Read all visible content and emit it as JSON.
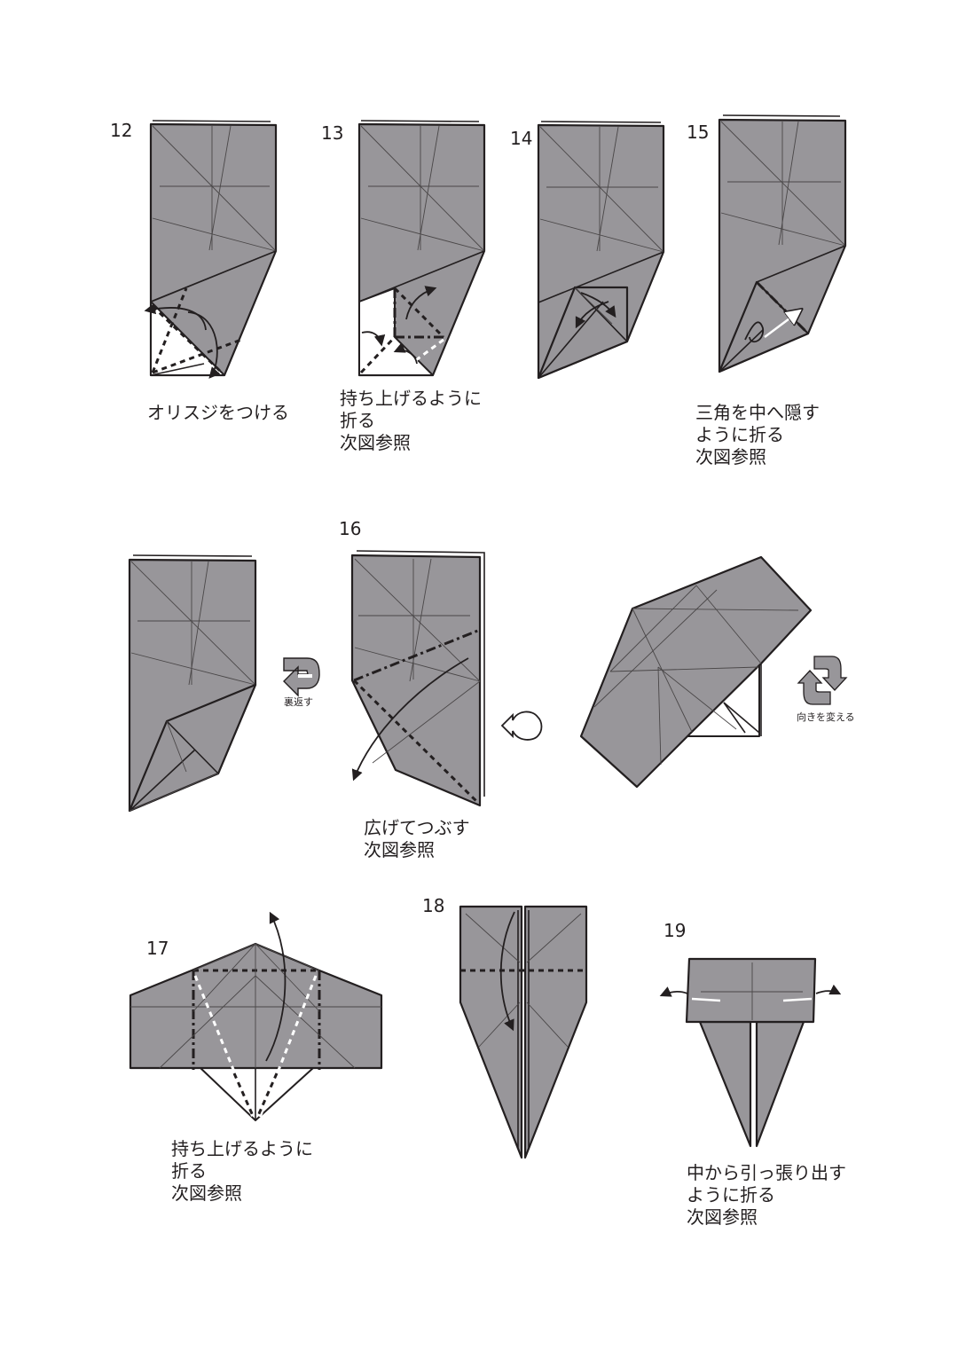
{
  "steps": [
    {
      "number": "12",
      "caption": [
        "オリスジをつける"
      ]
    },
    {
      "number": "13",
      "caption": [
        "持ち上げるように",
        "折る",
        "次図参照"
      ]
    },
    {
      "number": "14",
      "caption": []
    },
    {
      "number": "15",
      "caption": [
        "三角を中へ隠す",
        "ように折る",
        "次図参照"
      ]
    },
    {
      "number": "16",
      "caption": [
        "広げてつぶす",
        "次図参照"
      ]
    },
    {
      "number": "17",
      "caption": [
        "持ち上げるように",
        "折る",
        "次図参照"
      ]
    },
    {
      "number": "18",
      "caption": []
    },
    {
      "number": "19",
      "caption": [
        "中から引っ張り出す",
        "ように折る",
        "次図参照"
      ]
    }
  ],
  "symbols": {
    "turn_over": "裏返す",
    "rotate": "向きを変える"
  },
  "colors": {
    "paper_back": "#98969a",
    "paper_front": "#ffffff",
    "line": "#231f20"
  }
}
